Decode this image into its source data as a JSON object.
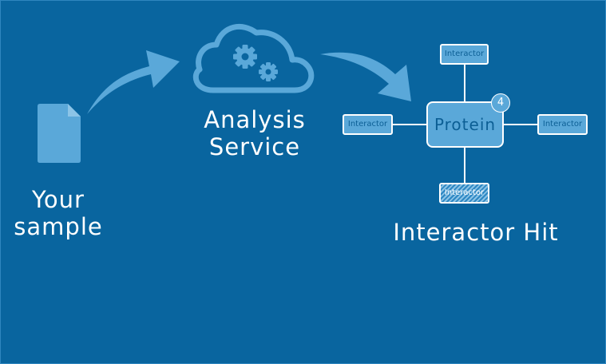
{
  "sample": {
    "label_line1": "Your",
    "label_line2": "sample"
  },
  "analysis": {
    "label_line1": "Analysis",
    "label_line2": "Service"
  },
  "network": {
    "center": "Protein",
    "badge_count": "4",
    "interactors": {
      "top": "Interactor",
      "left": "Interactor",
      "right": "Interactor",
      "bottom": "Interactor"
    },
    "title": "Interactor Hit"
  },
  "colors": {
    "background": "#09659f",
    "shape_fill": "#5aa8d9",
    "border": "#ffffff",
    "text_dark": "#0c5f95"
  }
}
